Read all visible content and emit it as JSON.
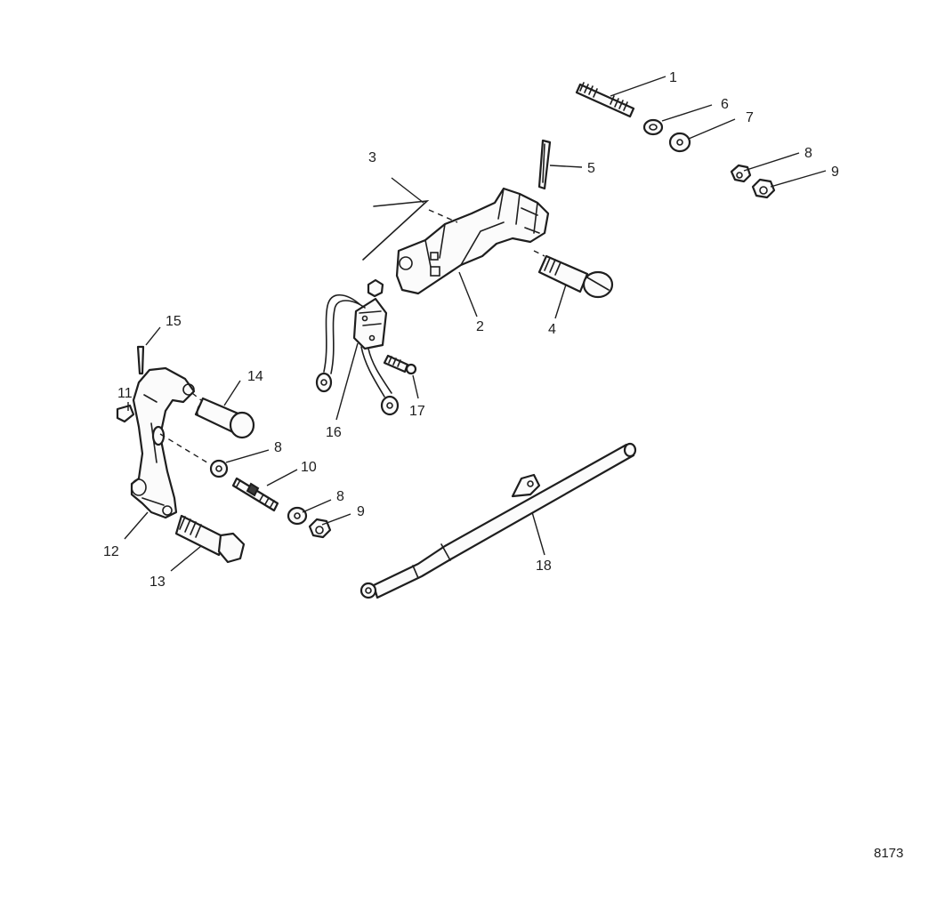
{
  "figure_id": "8173",
  "callouts": [
    "1",
    "2",
    "3",
    "4",
    "5",
    "6",
    "7",
    "8",
    "9",
    "11",
    "15",
    "14",
    "8",
    "10",
    "8",
    "9",
    "16",
    "17",
    "12",
    "13",
    "18"
  ],
  "colors": {
    "ink": "#1e1e1e",
    "paper": "#ffffff"
  }
}
